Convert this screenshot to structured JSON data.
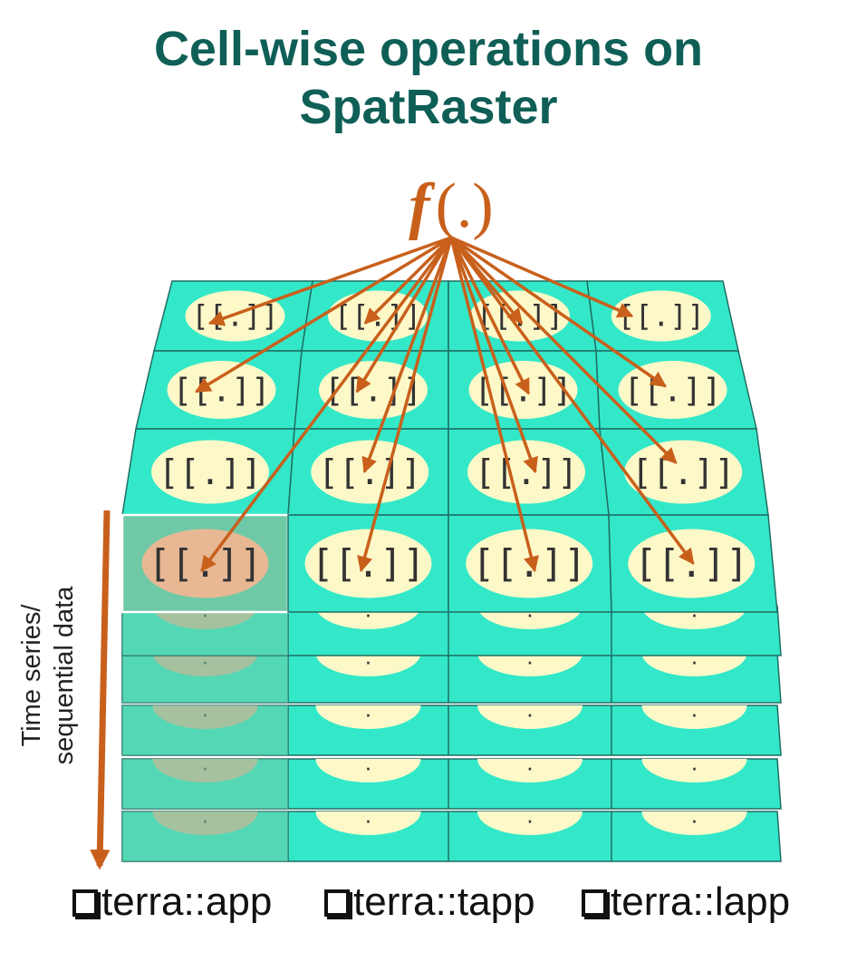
{
  "title": {
    "line1": "Cell-wise operations on",
    "line2": "SpatRaster"
  },
  "function_label": {
    "bold": "f",
    "rest": "(.)"
  },
  "cell_label": "[[.]]",
  "layer_cell_label": "·",
  "time_axis_label": {
    "line1": "Time series/",
    "line2": "sequential data"
  },
  "functions": [
    "terra::app",
    "terra::tapp",
    "terra::lapp"
  ],
  "colors": {
    "title": "#0f5f57",
    "grid_fill": "#33e8c8",
    "ellipse": "#fdf8c8",
    "arrow": "#c8601c",
    "highlight": "#6fc9a6",
    "highlight_ellipse": "#e8b894"
  }
}
